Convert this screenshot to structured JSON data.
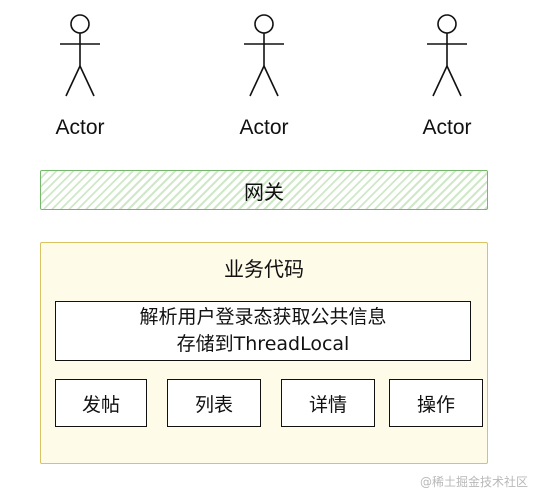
{
  "actors": [
    {
      "label": "Actor"
    },
    {
      "label": "Actor"
    },
    {
      "label": "Actor"
    }
  ],
  "gateway": {
    "label": "网关",
    "border_color": "#74b86a",
    "hatch_color": "#cfe8c8"
  },
  "business": {
    "title": "业务代码",
    "border_color": "#d7c264",
    "fill_color": "#fefbe9",
    "parse_line1": "解析用户登录态获取公共信息",
    "parse_line2": "存储到ThreadLocal",
    "modules": [
      "发帖",
      "列表",
      "详情",
      "操作"
    ]
  },
  "watermark": "@稀土掘金技术社区"
}
